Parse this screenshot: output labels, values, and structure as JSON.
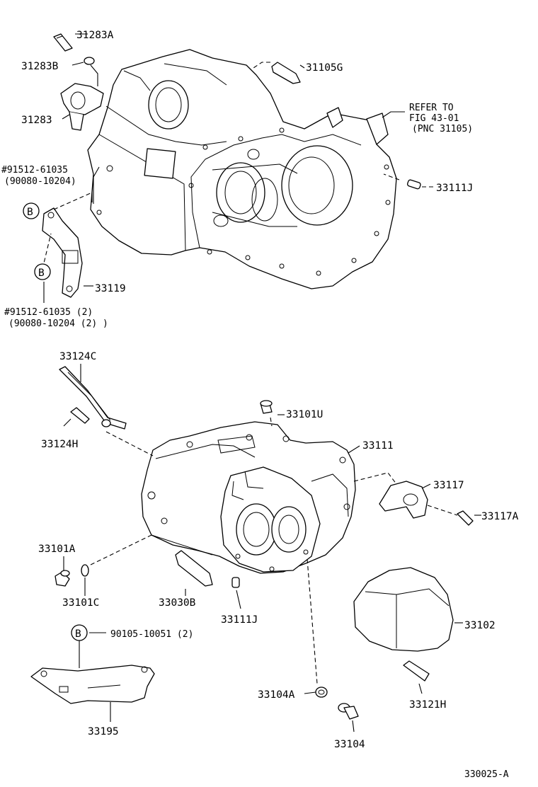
{
  "labels": {
    "p31283A": "31283A",
    "p31283B": "31283B",
    "p31283": "31283",
    "p31105G": "31105G",
    "refer1": "REFER TO",
    "refer2": "FIG 43-01",
    "refer3": "(PNC 31105)",
    "p33111J_top": "33111J",
    "hash1a": "#91512-61035",
    "hash1b": "(90080-10204)",
    "b1": "B",
    "b2": "B",
    "p33119": "33119",
    "hash2a": "#91512-61035 (2)",
    "hash2b": "(90080-10204 (2) )",
    "p33124C": "33124C",
    "p33124H": "33124H",
    "p33101U": "33101U",
    "p33111": "33111",
    "p33117": "33117",
    "p33117A": "33117A",
    "p33101A": "33101A",
    "p33101C": "33101C",
    "p33030B": "33030B",
    "p33111J_bot": "33111J",
    "p33102": "33102",
    "b3": "B",
    "p90105": "90105-10051 (2)",
    "p33104A": "33104A",
    "p33121H": "33121H",
    "p33195": "33195",
    "p33104": "33104",
    "figure_id": "330025-A"
  }
}
